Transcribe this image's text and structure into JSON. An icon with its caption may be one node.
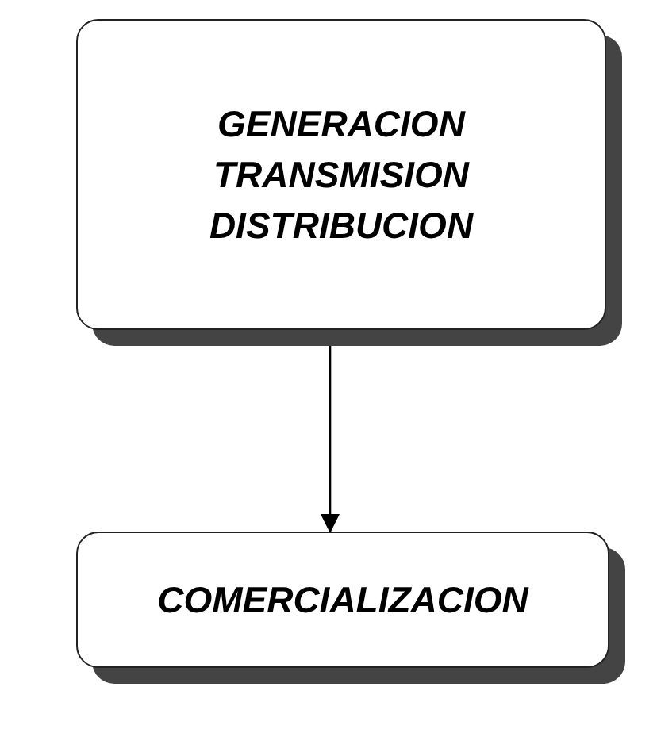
{
  "diagram": {
    "nodes": [
      {
        "text": [
          "GENERACION TRANSMISION DISTRIBUCION"
        ]
      },
      {
        "text": [
          "COMERCIALIZACION"
        ]
      }
    ],
    "edges": [
      {
        "from": 0,
        "to": 1,
        "arrow": "to"
      }
    ]
  }
}
